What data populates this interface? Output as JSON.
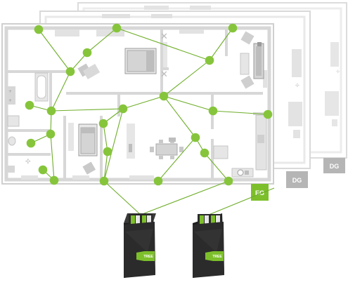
{
  "floors": [
    {
      "id": "dg2",
      "label": "DG",
      "tag_color": "#b5b5b5"
    },
    {
      "id": "dg1",
      "label": "DG",
      "tag_color": "#b5b5b5"
    },
    {
      "id": "eg",
      "label": "EG",
      "tag_color": "#7dbf2b"
    }
  ],
  "devices": [
    {
      "id": "device-left",
      "label": "TREE"
    },
    {
      "id": "device-right",
      "label": "TREE"
    }
  ],
  "colors": {
    "accent": "#7dbf2b",
    "node": "#86c53b",
    "link": "#6fae2a",
    "wall": "#d7d7d7",
    "furniture": "#c9c9c9",
    "device_body": "#2a2a2a"
  }
}
